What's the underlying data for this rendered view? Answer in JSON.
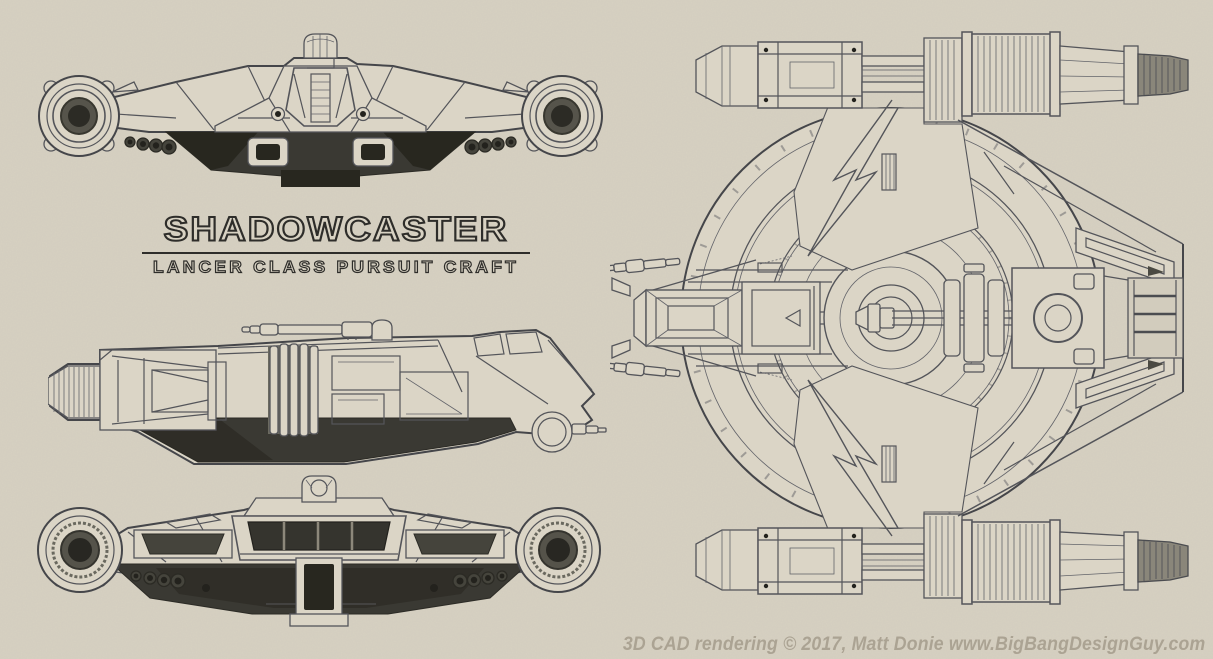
{
  "artwork": {
    "title": "SHADOWCASTER",
    "subtitle": "LANCER CLASS PURSUIT CRAFT",
    "credit": "3D CAD rendering © 2017, Matt Donie  www.BigBangDesignGuy.com"
  },
  "palette": {
    "paper": "#d7d1c2",
    "hull": "#dbd5c6",
    "line": "#54555a",
    "shadow_dark": "#3a3933",
    "shadow_deep": "#28271f",
    "title_ink": "#2e2d2a",
    "watermark": "#aba393"
  },
  "views": {
    "front": "front-elevation-drawing",
    "side": "side-elevation-drawing",
    "rear": "rear-elevation-drawing",
    "top": "top-plan-drawing"
  }
}
